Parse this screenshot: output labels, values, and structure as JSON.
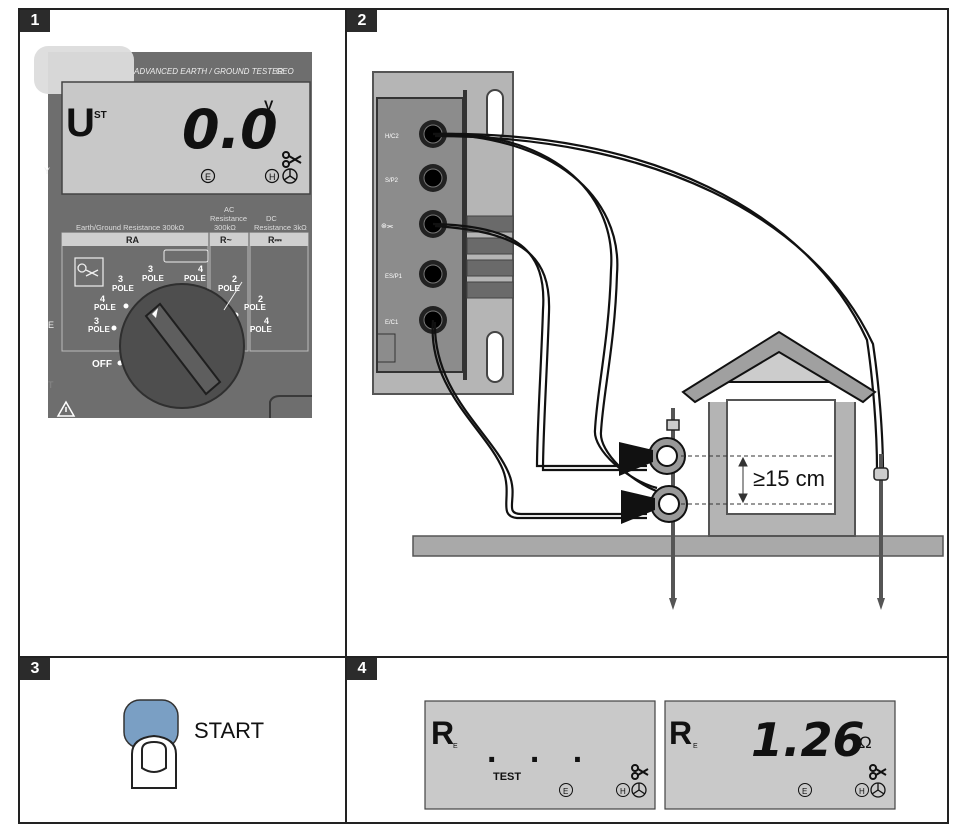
{
  "panels": {
    "p1": {
      "number": "1"
    },
    "p2": {
      "number": "2"
    },
    "p3": {
      "number": "3"
    },
    "p4": {
      "number": "4"
    }
  },
  "meter": {
    "brand_line": "ADVANCED EARTH / GROUND TESTER",
    "brand_suffix": "GEO",
    "mode_symbol": "U",
    "mode_sub": "ST",
    "reading": "0.0",
    "unit": "V",
    "e_symbol": "E",
    "h_symbol": "H",
    "section_earth": "Earth/Ground Resistance 300kΩ",
    "section_ac_line1": "AC",
    "section_ac_line2": "Resistance",
    "section_ac_line3": "300kΩ",
    "section_dc_line1": "DC",
    "section_dc_line2": "Resistance 3kΩ",
    "label_ra": "RA",
    "label_rac": "R~",
    "label_rdc": "R⎓",
    "pos_3pole_sel": "3",
    "pos_3pole": "3",
    "pos_4pole_sel": "4",
    "pos_4pole": "4",
    "pos_4pole_left": "4",
    "pos_3pole_left": "3",
    "pos_2pole": "2",
    "pos_2pole_dc": "2",
    "pos_4pole_dc": "4",
    "pole_word": "POLE",
    "off_label": "OFF",
    "edge_y": "Y",
    "edge_e": "E",
    "edge_t": "T"
  },
  "setup": {
    "jacks": [
      "H/C2",
      "S/P2",
      "⊛⫘",
      "ES/P1",
      "E/C1"
    ],
    "distance_label": "≥15 cm"
  },
  "start": {
    "label": "START"
  },
  "display_testing": {
    "symbol": "R",
    "sub": "E",
    "dots": ". . .",
    "test_label": "TEST",
    "e_symbol": "E",
    "h_symbol": "H"
  },
  "display_result": {
    "symbol": "R",
    "sub": "E",
    "reading": "1.26",
    "unit": "Ω",
    "e_symbol": "E",
    "h_symbol": "H"
  }
}
